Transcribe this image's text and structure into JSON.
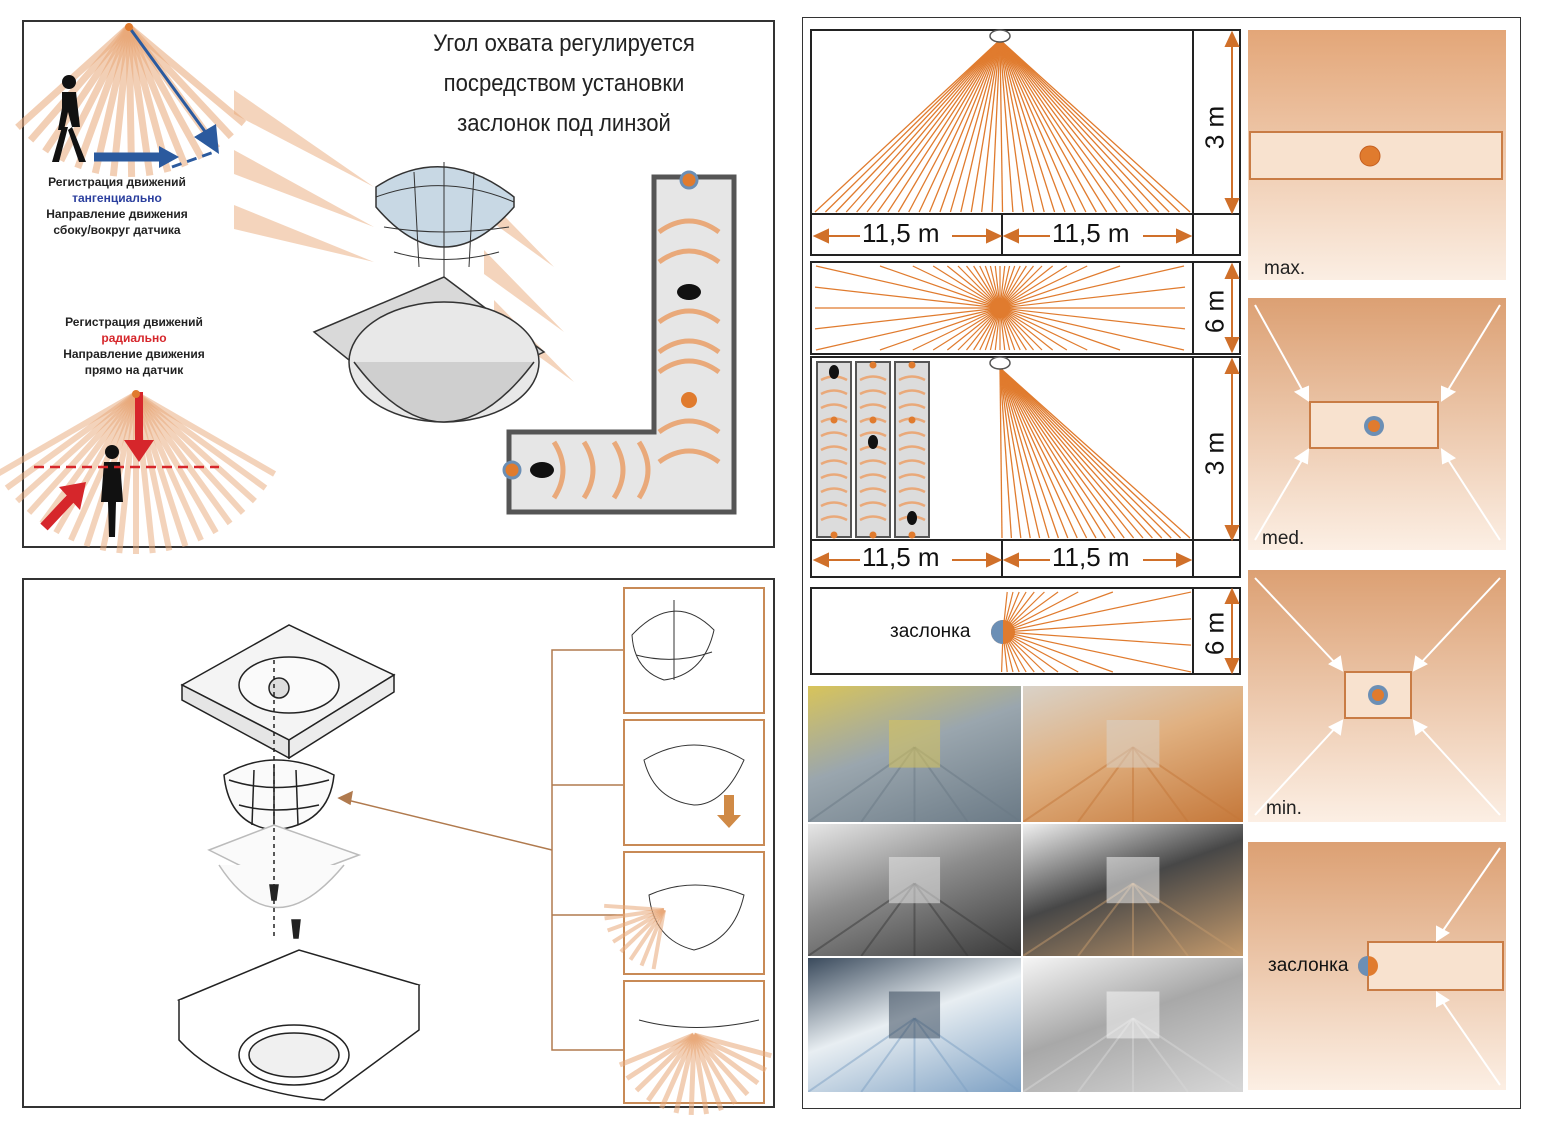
{
  "top_left": {
    "title_lines": [
      "Угол охвата регулируется",
      "посредством установки",
      "заслонок под линзой"
    ],
    "tangential": {
      "line1": "Регистрация движений",
      "line2": "тангенциально",
      "line3": "Направление движения",
      "line4": "сбоку/вокруг датчика",
      "accent": "#2b3f9e"
    },
    "radial": {
      "line1": "Регистрация движений",
      "line2": "радиально",
      "line3": "Направление движения",
      "line4": "прямо на датчик",
      "accent": "#d6262b"
    }
  },
  "right": {
    "side_view_1": {
      "left_dim": "11,5 m",
      "right_dim": "11,5 m",
      "height": "3 m"
    },
    "top_view_1": {
      "width": "6 m"
    },
    "side_view_2": {
      "left_dim": "11,5 m",
      "right_dim": "11,5 m",
      "height": "3 m"
    },
    "top_view_2": {
      "width": "6 m",
      "shutter_label": "заслонка"
    },
    "modes": [
      {
        "label": "max."
      },
      {
        "label": "med."
      },
      {
        "label": "min."
      },
      {
        "label": "",
        "shutter_label": "заслонка"
      }
    ]
  },
  "photos": [
    {
      "name": "industrial-hall-photo",
      "colors": [
        "#6b7a86",
        "#9aa6ae",
        "#d8c45a"
      ]
    },
    {
      "name": "warehouse-photo",
      "colors": [
        "#c5783a",
        "#e0b080",
        "#d9d2c8"
      ]
    },
    {
      "name": "parking-photo",
      "colors": [
        "#3a3a3a",
        "#8c8c8c",
        "#e6e6e6"
      ]
    },
    {
      "name": "office-lobby-photo",
      "colors": [
        "#c49a6c",
        "#474747",
        "#f0f0f0"
      ]
    },
    {
      "name": "glass-corridor-photo",
      "colors": [
        "#7ea1c4",
        "#e8eef2",
        "#3a4a5c"
      ]
    },
    {
      "name": "office-corridor-photo",
      "colors": [
        "#d7d7d7",
        "#a8a8a8",
        "#f5f5f5"
      ]
    }
  ],
  "colors": {
    "orange": "#e07b2e",
    "beam": "#e9a97a",
    "panel_bg": "#e8ae80",
    "blue_dot": "#6c8fb5"
  }
}
